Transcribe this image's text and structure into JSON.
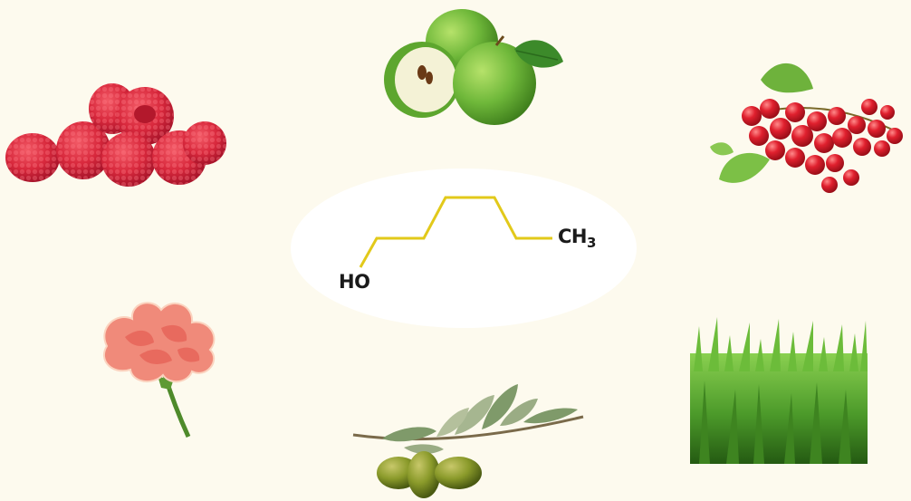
{
  "molecule": {
    "hydroxyl_label": "HO",
    "methyl_label_main": "CH",
    "methyl_label_sub": "3",
    "bond_color": "#e2c91a",
    "ellipse_color": "#ffffff"
  },
  "pictures": [
    {
      "icon": "raspberries-image"
    },
    {
      "icon": "green-apples-image"
    },
    {
      "icon": "red-currants-image"
    },
    {
      "icon": "carnation-flower-image"
    },
    {
      "icon": "olive-branch-image"
    },
    {
      "icon": "grass-image"
    }
  ],
  "colors": {
    "background": "#fdfaee",
    "raspberry": "#d8283c",
    "apple": "#6fb83a",
    "currant": "#d81f2c",
    "carnation": "#f08a7a",
    "olive": "#8a9a2a",
    "grass": "#4c9a2a"
  }
}
